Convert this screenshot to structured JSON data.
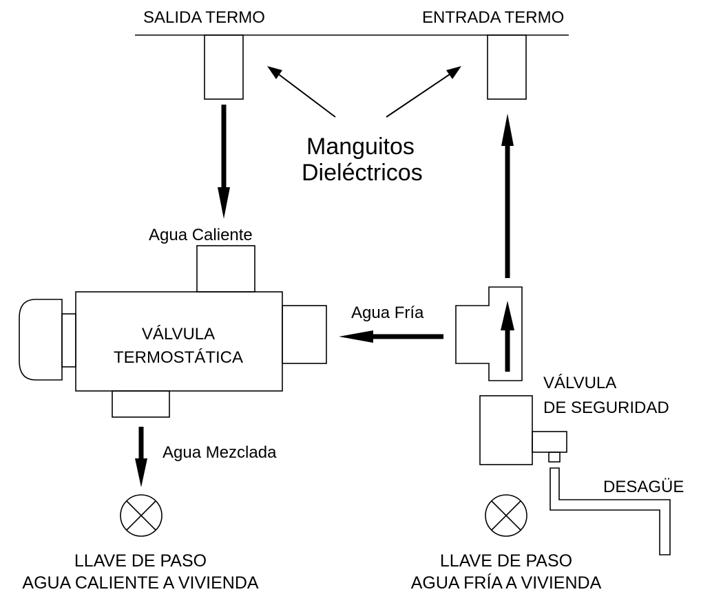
{
  "labels": {
    "salida_termo": "SALIDA TERMO",
    "entrada_termo": "ENTRADA TERMO",
    "manguitos_line1": "Manguitos",
    "manguitos_line2": "Dieléctricos",
    "agua_caliente": "Agua Caliente",
    "agua_fria": "Agua Fría",
    "agua_mezclada": "Agua Mezclada",
    "valvula_termostatica_line1": "VÁLVULA",
    "valvula_termostatica_line2": "TERMOSTÁTICA",
    "valvula_seguridad_line1": "VÁLVULA",
    "valvula_seguridad_line2": "DE SEGURIDAD",
    "desague": "DESAGÜE",
    "llave_caliente_line1": "LLAVE DE PASO",
    "llave_caliente_line2": "AGUA CALIENTE A VIVIENDA",
    "llave_fria_line1": "LLAVE DE PASO",
    "llave_fria_line2": "AGUA FRÍA A VIVIENDA"
  },
  "colors": {
    "stroke": "#000000",
    "background": "#ffffff"
  }
}
